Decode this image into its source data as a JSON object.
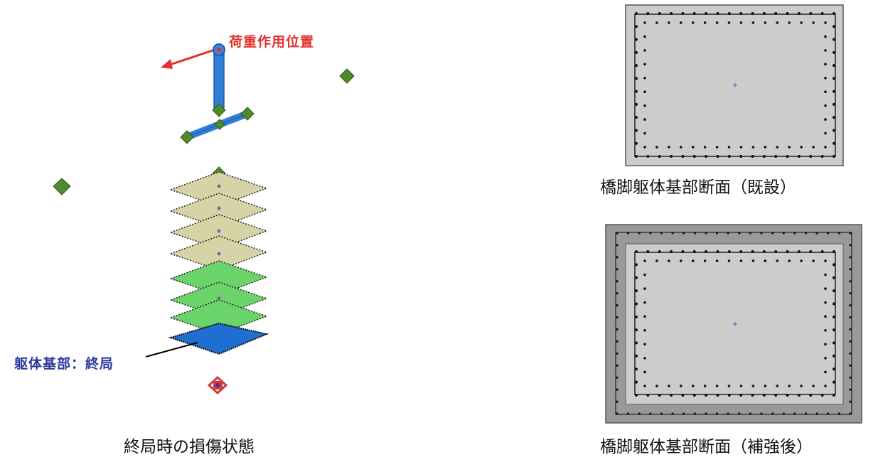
{
  "model": {
    "load_position_label": "荷重作用位置",
    "base_label": "躯体基部：終局",
    "caption": "終局時の損傷状態"
  },
  "sections": {
    "existing_caption": "橋脚躯体基部断面（既設）",
    "reinforced_caption": "橋脚躯体基部断面（補強後）"
  },
  "colors": {
    "load_arrow": "#e3312d",
    "column_blue": "#2f7fd6",
    "node_green": "#4f8a2c",
    "layer_tan": "#d6d4a6",
    "layer_green": "#6ad36a",
    "layer_blue": "#1f6fd0",
    "section_fill": "#cccccc",
    "jacket_fill": "#999999",
    "rebar": "#111111"
  }
}
